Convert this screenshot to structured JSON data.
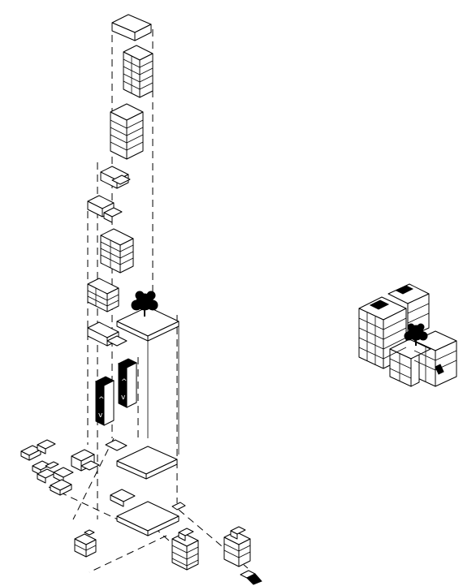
{
  "figure": {
    "kind": "exploded-axonometric-diagram",
    "colors": {
      "line": "#000000",
      "background": "#ffffff",
      "fill": "#ffffff",
      "elevator": "#000000"
    },
    "icons": [
      "tree-icon",
      "elevator-icon",
      "entrance-ramp-icon"
    ],
    "elevator_signs": [
      "up-arrow",
      "down-arrow"
    ]
  }
}
